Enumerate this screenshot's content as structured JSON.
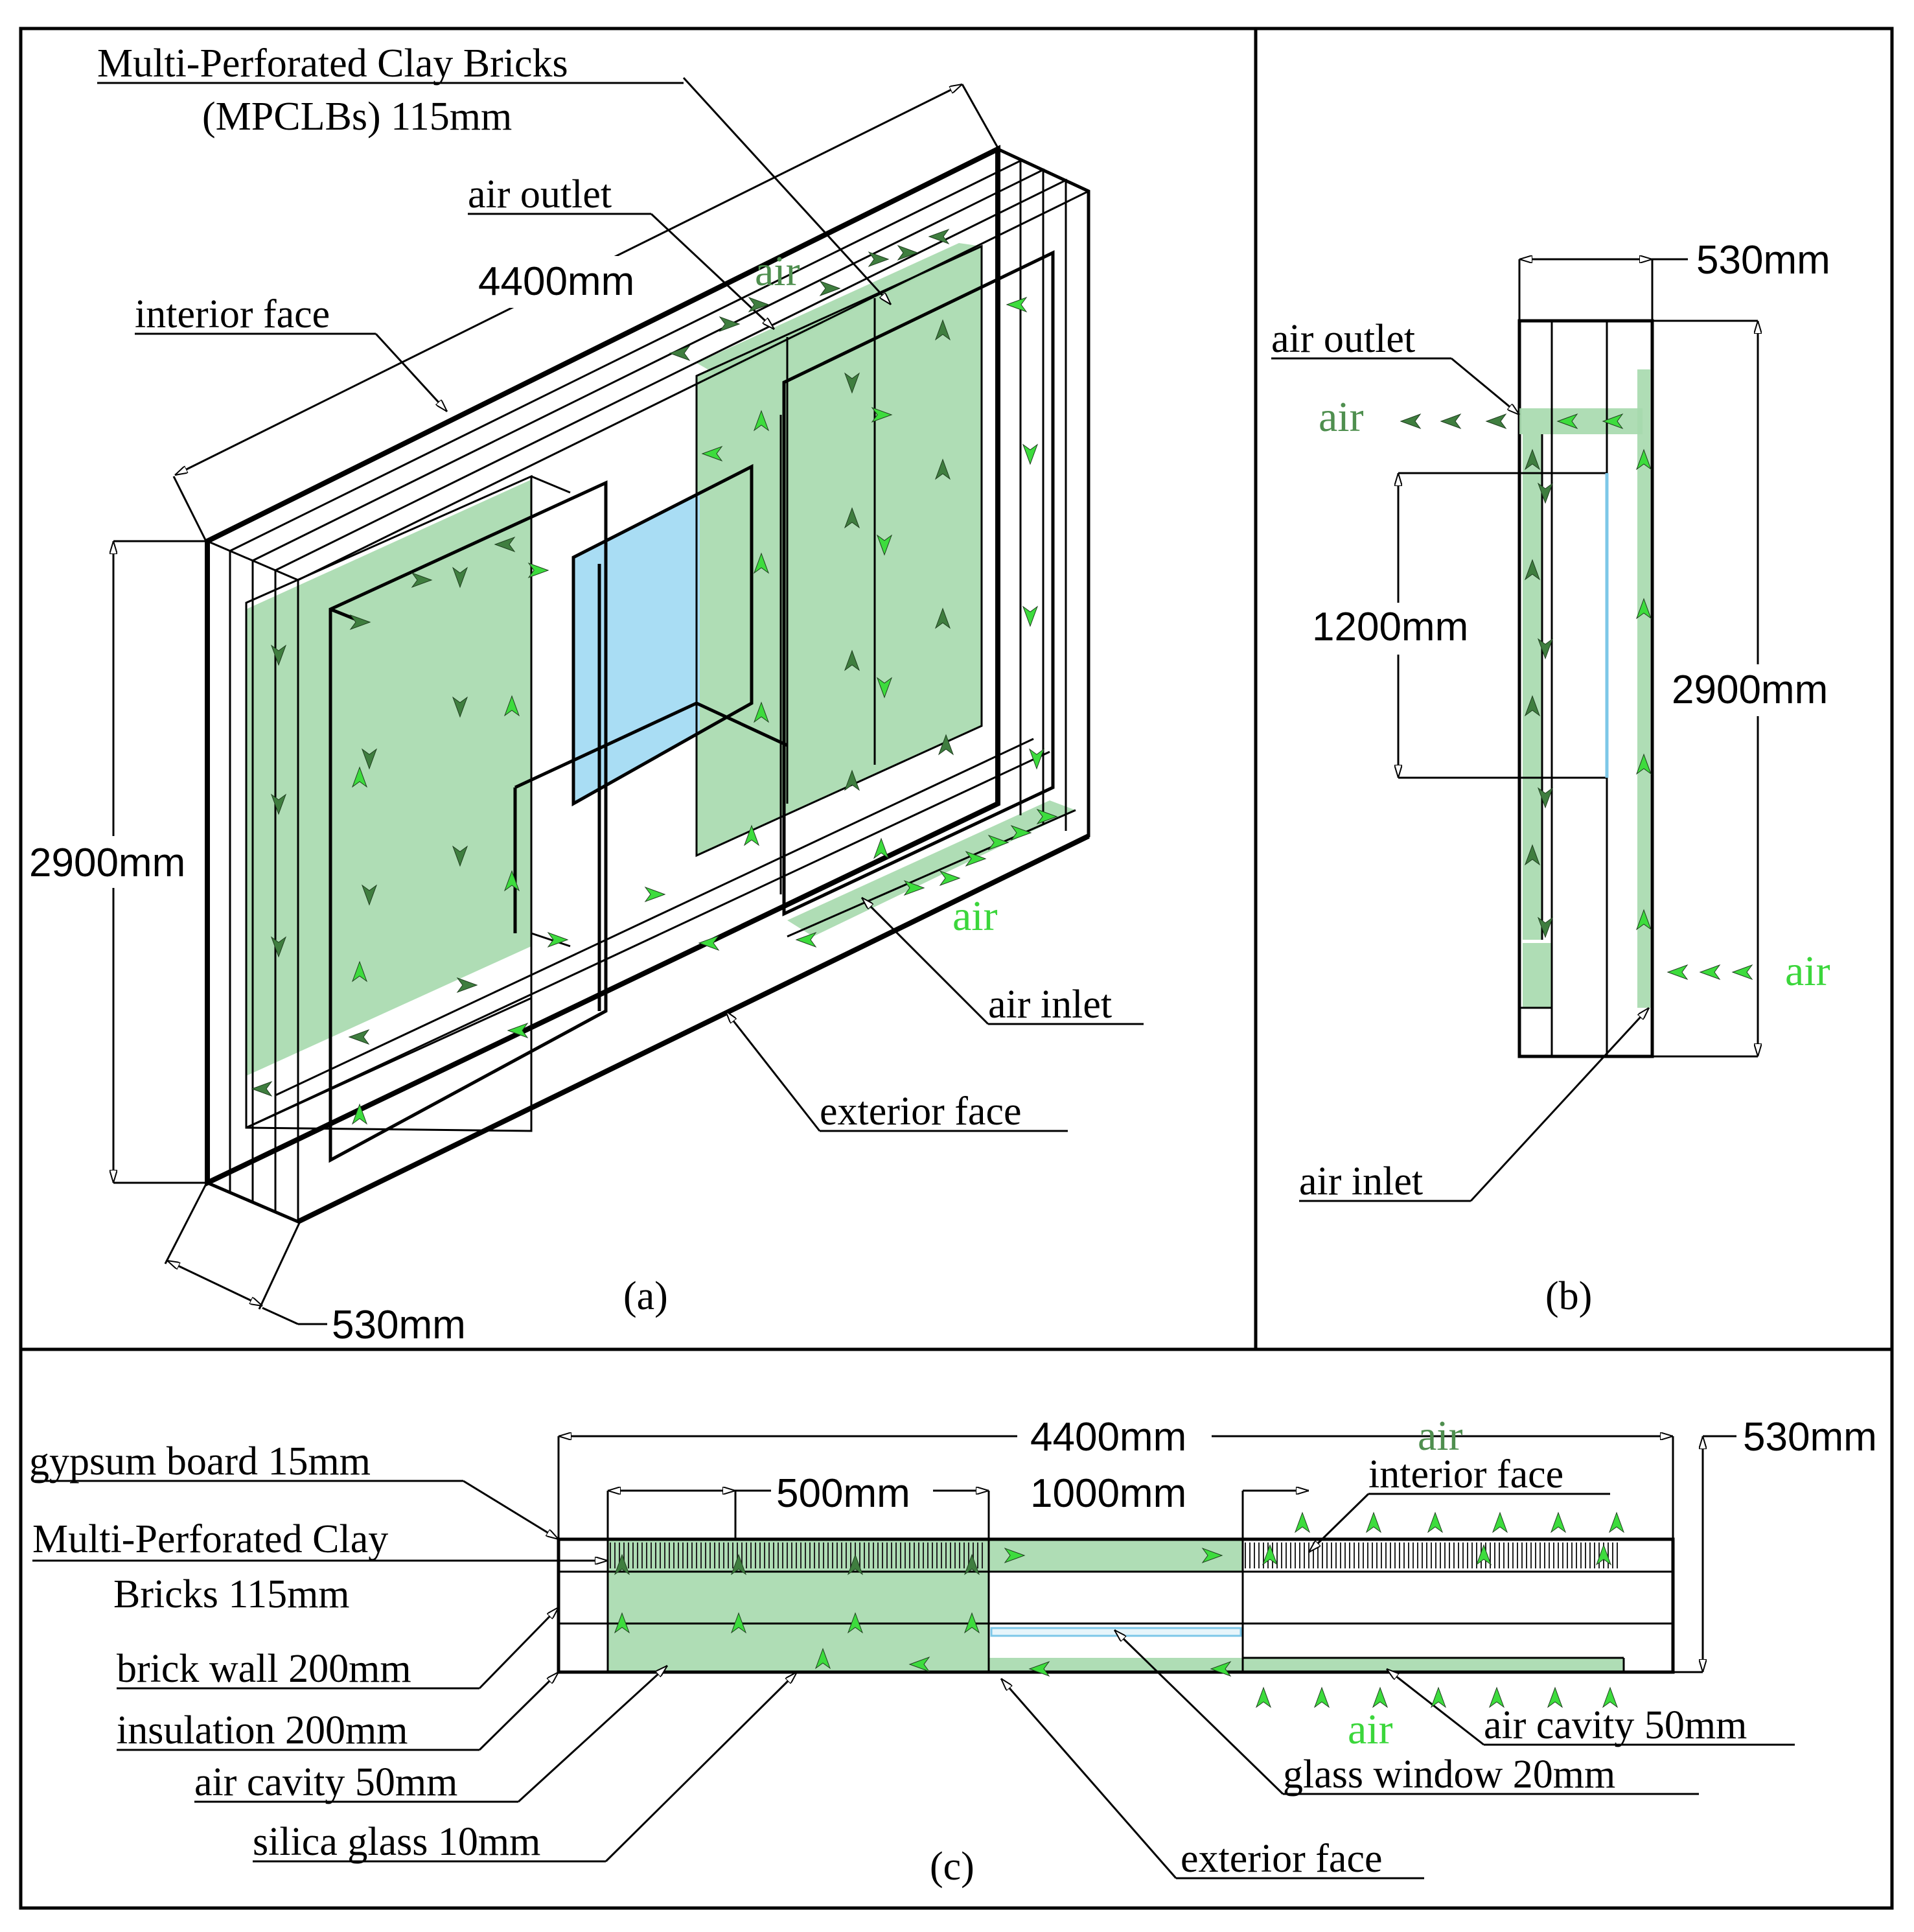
{
  "palette": {
    "green_fill": "#a6d9ad",
    "arrow_dark": "#3f7e3f",
    "arrow_bright": "#3ddc3d",
    "air_text_dark": "#4f8f4f",
    "air_text_bright": "#3bd63b",
    "glass_fill": "#a9ddf4",
    "line": "#000000"
  },
  "panel_a": {
    "caption": "(a)",
    "label_mpclb_line1": "Multi-Perforated Clay Bricks",
    "label_mpclb_line2": "(MPCLBs) 115mm",
    "label_air_outlet": "air outlet",
    "label_interior_face": "interior face",
    "label_air_inlet": "air inlet",
    "label_exterior_face": "exterior face",
    "dim_length": "4400mm",
    "dim_height": "2900mm",
    "dim_depth": "530mm",
    "air_top": "air",
    "air_bottom": "air"
  },
  "panel_b": {
    "caption": "(b)",
    "label_air_outlet": "air outlet",
    "label_air_inlet": "air inlet",
    "dim_depth": "530mm",
    "dim_height": "2900mm",
    "dim_window": "1200mm",
    "air_left": "air",
    "air_right": "air"
  },
  "panel_c": {
    "caption": "(c)",
    "dim_length": "4400mm",
    "dim_depth": "530mm",
    "dim_500": "500mm",
    "dim_1000": "1000mm",
    "label_gypsum": "gypsum board 15mm",
    "label_mpclb_line1": "Multi-Perforated Clay",
    "label_mpclb_line2": "Bricks 115mm",
    "label_brick_wall": "brick wall 200mm",
    "label_insulation": "insulation 200mm",
    "label_air_cavity_left": "air cavity 50mm",
    "label_silica_glass": "silica glass 10mm",
    "label_exterior_face": "exterior face",
    "label_glass_window": "glass window 20mm",
    "label_air_cavity_right": "air cavity 50mm",
    "label_interior_face": "interior face",
    "air_top": "air",
    "air_bottom": "air"
  }
}
